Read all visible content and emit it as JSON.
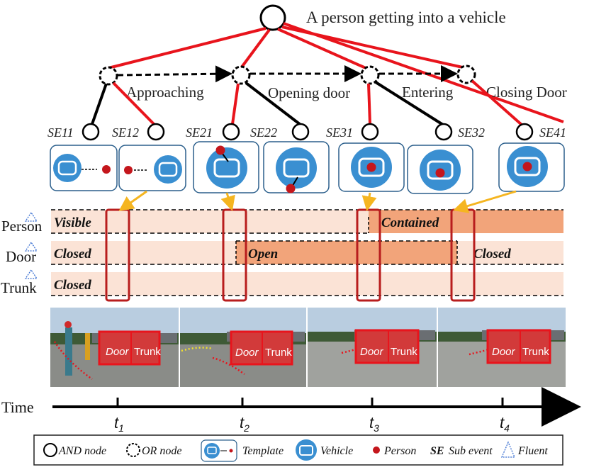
{
  "title": "A person getting into a vehicle",
  "or_nodes": [
    {
      "label": "Approaching"
    },
    {
      "label": "Opening door"
    },
    {
      "label": "Entering"
    },
    {
      "label": "Closing Door"
    }
  ],
  "sub_events": [
    "SE11",
    "SE12",
    "SE21",
    "SE22",
    "SE31",
    "SE32",
    "SE41"
  ],
  "fluents": [
    {
      "name": "Person",
      "states": [
        "Visible",
        "Contained"
      ]
    },
    {
      "name": "Door",
      "states": [
        "Closed",
        "Open",
        "Closed"
      ]
    },
    {
      "name": "Trunk",
      "states": [
        "Closed"
      ]
    }
  ],
  "photo_labels": {
    "door": "Door",
    "trunk": "Trunk"
  },
  "time": {
    "label": "Time",
    "ticks": [
      "t",
      "t",
      "t",
      "t"
    ],
    "subs": [
      "1",
      "2",
      "3",
      "4"
    ]
  },
  "legend": {
    "and_node": "AND node",
    "or_node": "OR node",
    "template": "Template",
    "vehicle": "Vehicle",
    "person": "Person",
    "se_abbr": "SE",
    "sub_event": "Sub event",
    "fluent": "Fluent"
  },
  "colors": {
    "red": "#e8141c",
    "blue": "#3a8fd1",
    "fluent_light": "#fbe3d6",
    "fluent_dark": "#f2a47a",
    "arrow_orange": "#f5b520",
    "dark_red": "#b81d1d"
  }
}
